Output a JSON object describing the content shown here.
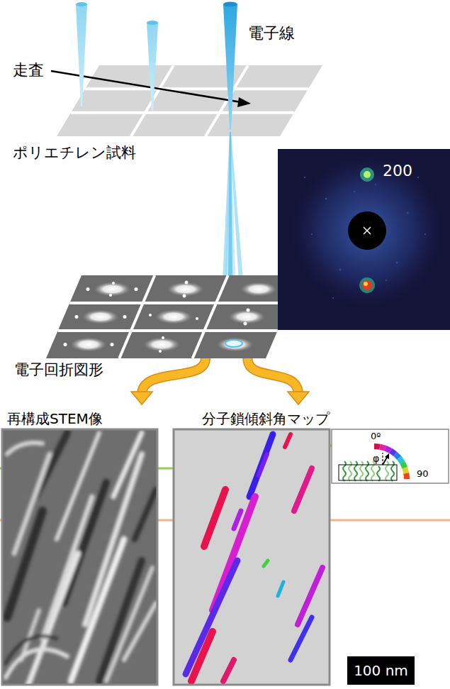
{
  "diagram": {
    "nodes": [
      {
        "text": [
          "200"
        ]
      },
      {
        "text": [
          "電子回折図形"
        ]
      },
      {
        "text": [
          "再構成STEM像"
        ]
      },
      {
        "text": [
          "分子鎖傾斜角マップ"
        ]
      },
      {
        "text": [
          "0º",
          "φ",
          "90"
        ]
      }
    ],
    "edges": [
      {
        "from": 1,
        "to": 2,
        "arrow": "to"
      },
      {
        "from": 1,
        "to": 3,
        "arrow": "to"
      }
    ],
    "labels": [
      "走査",
      "電子線",
      "ポリエチレン試料",
      "100 nm"
    ]
  }
}
